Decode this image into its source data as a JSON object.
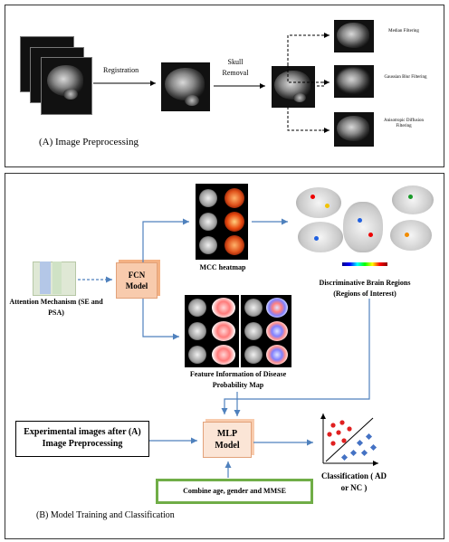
{
  "panel_a": {
    "caption": "(A) Image Preprocessing",
    "step_registration": "Registration",
    "step_skull_removal": "Skull Removal",
    "filter_median": "Median Filtering",
    "filter_gaussian": "Gaussian Blur Filtering",
    "filter_anisotropic": "Anisotropic Diffusion Filtering"
  },
  "panel_b": {
    "caption": "(B) Model Training and Classification",
    "attention_label": "Attention Mechanism (SE and PSA)",
    "fcn_model": "FCN Model",
    "mcc_heatmap": "MCC heatmap",
    "discriminative_regions": "Discriminative Brain Regions (Regions of Interest)",
    "feature_information": "Feature Information of Disease Probability Map",
    "experimental_images": "Experimental images after (A) Image Preprocessing",
    "mlp_model": "MLP Model",
    "clinical_features": "Combine age, gender and MMSE",
    "classification": "Classification ( AD or NC )"
  },
  "colors": {
    "arrow": "#4f81bd",
    "fcn_fill": "#f8cbad",
    "mlp_fill": "#fbe5d6",
    "clinical_border": "#70ad47"
  }
}
